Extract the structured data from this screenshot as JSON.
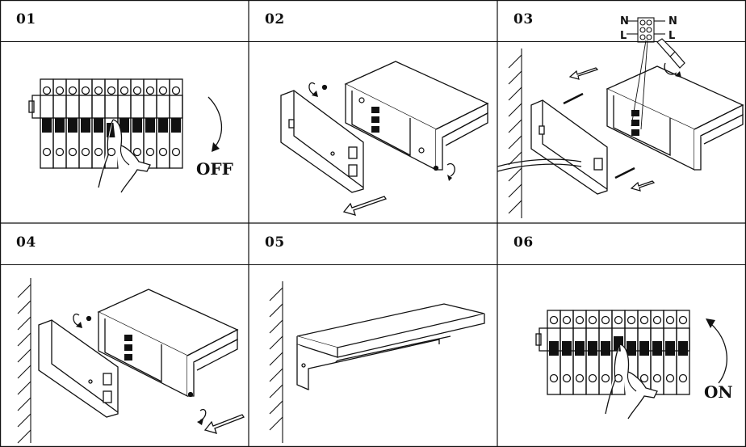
{
  "steps": [
    {
      "number": "01",
      "label": "OFF"
    },
    {
      "number": "02"
    },
    {
      "number": "03",
      "wire_labels": [
        "N",
        "L",
        "N",
        "L"
      ]
    },
    {
      "number": "04"
    },
    {
      "number": "05"
    },
    {
      "number": "06",
      "label": "ON"
    }
  ],
  "colors": {
    "line": "#111111",
    "background": "#ffffff"
  }
}
